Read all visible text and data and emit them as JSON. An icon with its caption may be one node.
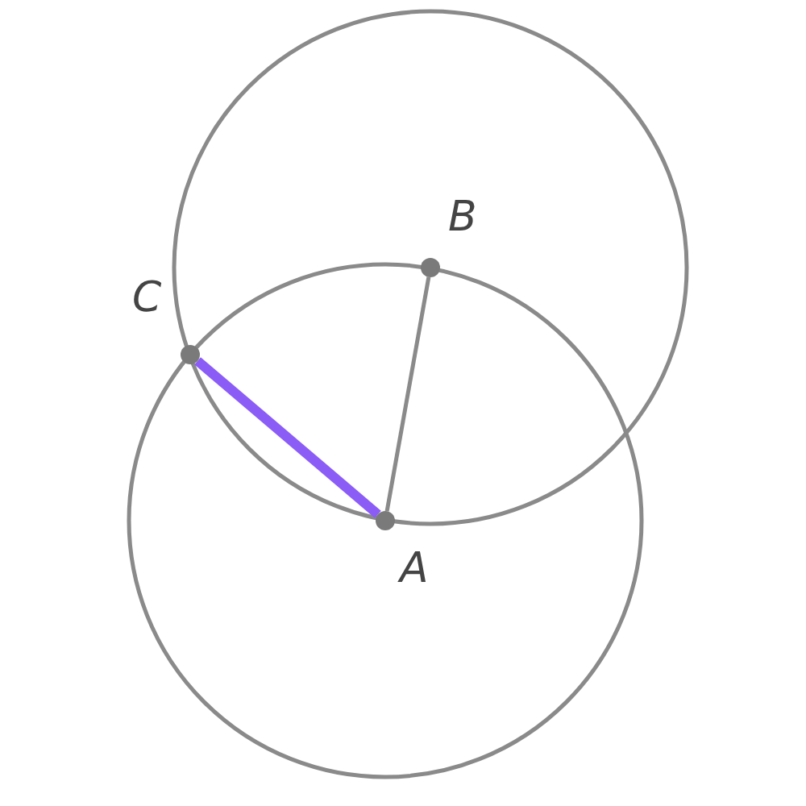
{
  "diagram": {
    "nodes": [
      {
        "text": [],
        "shape": "circle",
        "beside": [
          "B"
        ]
      },
      {
        "text": [],
        "shape": "circle",
        "beside": [
          "C"
        ]
      },
      {
        "text": [],
        "shape": "circle",
        "beside": [
          "A"
        ]
      }
    ],
    "edges": [
      {
        "from": 2,
        "to": 0,
        "arrow": "none"
      },
      {
        "from": 1,
        "to": 2,
        "arrow": "none",
        "style": "thick",
        "color": "#8b5cf6"
      }
    ]
  }
}
